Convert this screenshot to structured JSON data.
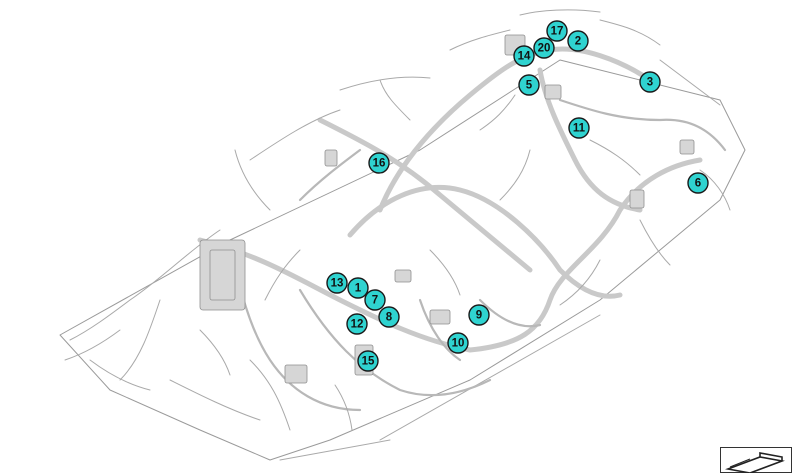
{
  "diagram": {
    "callouts": [
      {
        "label": "17"
      },
      {
        "label": "2"
      },
      {
        "label": "20"
      },
      {
        "label": "14"
      },
      {
        "label": "5"
      },
      {
        "label": "3"
      },
      {
        "label": "11"
      },
      {
        "label": "16"
      },
      {
        "label": "6"
      },
      {
        "label": "13"
      },
      {
        "label": "1"
      },
      {
        "label": "7"
      },
      {
        "label": "8"
      },
      {
        "label": "9"
      },
      {
        "label": "12"
      },
      {
        "label": "10"
      },
      {
        "label": "15"
      }
    ],
    "colors": {
      "callout_fill": "#2fd3d0",
      "callout_stroke": "#1a1a1a",
      "harness": "#b8b8b8"
    },
    "icons": {
      "catalog": "parts-catalog-icon"
    }
  }
}
